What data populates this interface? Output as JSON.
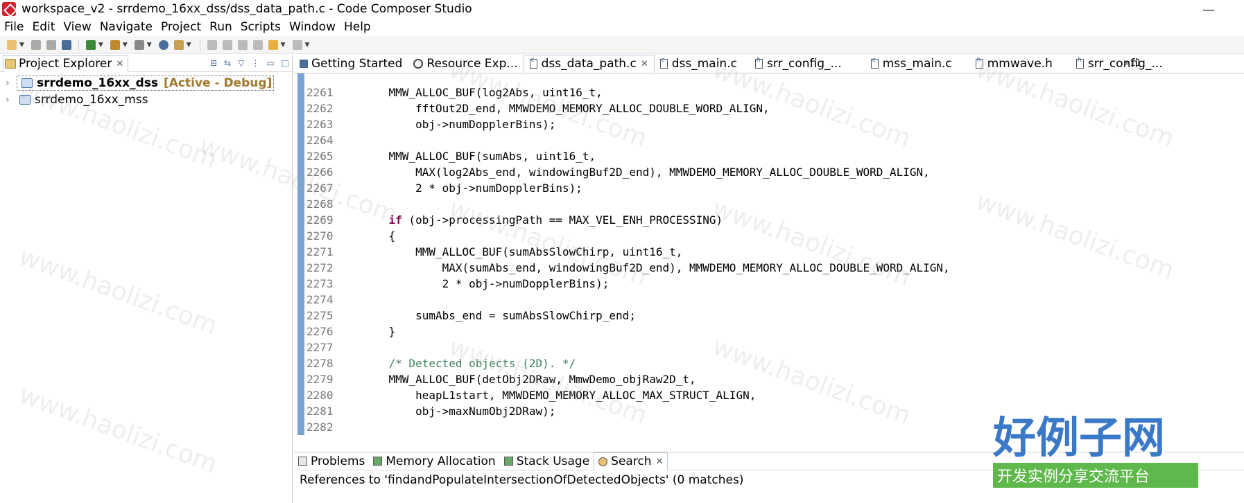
{
  "window": {
    "title": "workspace_v2 - srrdemo_16xx_dss/dss_data_path.c - Code Composer Studio"
  },
  "menu": [
    "File",
    "Edit",
    "View",
    "Navigate",
    "Project",
    "Run",
    "Scripts",
    "Window",
    "Help"
  ],
  "project_explorer": {
    "title": "Project Explorer",
    "projects": [
      {
        "name": "srrdemo_16xx_dss",
        "tag": "[Active - Debug]"
      },
      {
        "name": "srrdemo_16xx_mss",
        "tag": ""
      }
    ]
  },
  "editor_tabs": [
    {
      "label": "Getting Started"
    },
    {
      "label": "Resource Exp..."
    },
    {
      "label": "dss_data_path.c"
    },
    {
      "label": "dss_main.c"
    },
    {
      "label": "srr_config_..."
    },
    {
      "label": "mss_main.c"
    },
    {
      "label": "mmwave.h"
    },
    {
      "label": "srr_config_..."
    }
  ],
  "editor_overflow": "»11",
  "code": [
    {
      "ln": "2261",
      "text": "    MMW_ALLOC_BUF(log2Abs, uint16_t,"
    },
    {
      "ln": "2262",
      "text": "        fftOut2D_end, MMWDEMO_MEMORY_ALLOC_DOUBLE_WORD_ALIGN,"
    },
    {
      "ln": "2263",
      "text": "        obj->numDopplerBins);"
    },
    {
      "ln": "2264",
      "text": ""
    },
    {
      "ln": "2265",
      "text": "    MMW_ALLOC_BUF(sumAbs, uint16_t,"
    },
    {
      "ln": "2266",
      "text": "        MAX(log2Abs_end, windowingBuf2D_end), MMWDEMO_MEMORY_ALLOC_DOUBLE_WORD_ALIGN,"
    },
    {
      "ln": "2267",
      "text": "        2 * obj->numDopplerBins);"
    },
    {
      "ln": "2268",
      "text": ""
    },
    {
      "ln": "2269",
      "kw": "if",
      "text": " (obj->processingPath == MAX_VEL_ENH_PROCESSING)"
    },
    {
      "ln": "2270",
      "text": "    {"
    },
    {
      "ln": "2271",
      "text": "        MMW_ALLOC_BUF(sumAbsSlowChirp, uint16_t,"
    },
    {
      "ln": "2272",
      "text": "            MAX(sumAbs_end, windowingBuf2D_end), MMWDEMO_MEMORY_ALLOC_DOUBLE_WORD_ALIGN,"
    },
    {
      "ln": "2273",
      "text": "            2 * obj->numDopplerBins);"
    },
    {
      "ln": "2274",
      "text": ""
    },
    {
      "ln": "2275",
      "text": "        sumAbs_end = sumAbsSlowChirp_end;"
    },
    {
      "ln": "2276",
      "text": "    }"
    },
    {
      "ln": "2277",
      "text": ""
    },
    {
      "ln": "2278",
      "cm": "/* Detected objects (2D). */"
    },
    {
      "ln": "2279",
      "text": "    MMW_ALLOC_BUF(detObj2DRaw, MmwDemo_objRaw2D_t,"
    },
    {
      "ln": "2280",
      "text": "        heapL1start, MMWDEMO_MEMORY_ALLOC_MAX_STRUCT_ALIGN,"
    },
    {
      "ln": "2281",
      "text": "        obj->maxNumObj2DRaw);"
    },
    {
      "ln": "2282",
      "text": ""
    }
  ],
  "bottom_tabs": [
    {
      "label": "Problems"
    },
    {
      "label": "Memory Allocation"
    },
    {
      "label": "Stack Usage"
    },
    {
      "label": "Search"
    }
  ],
  "search_status": "References to 'findandPopulateIntersectionOfDetectedObjects' (0 matches)",
  "watermark": "www.haolizi.com",
  "logo": {
    "main": "好例子网",
    "sub": "开发实例分享交流平台"
  },
  "colors": {
    "keyword": "#7f0055",
    "comment": "#3f7f5f",
    "active_tag": "#a07a2c",
    "ruler": "#7aa3d4"
  }
}
